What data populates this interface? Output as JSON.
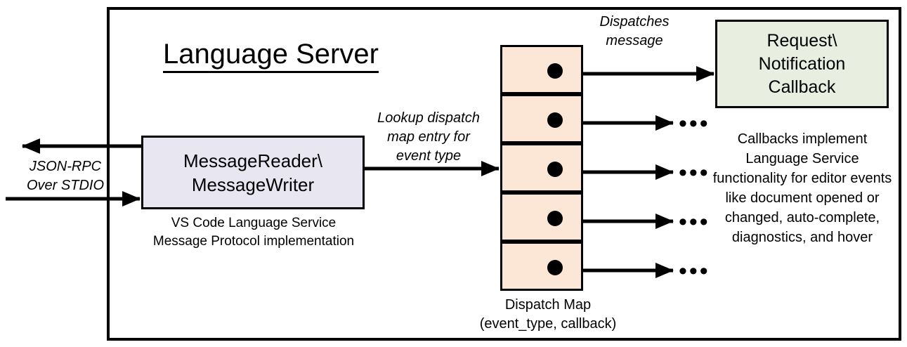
{
  "diagram": {
    "title": "Language Server",
    "container_border_color": "#000000"
  },
  "message_module": {
    "title_line1": "MessageReader\\",
    "title_line2": "MessageWriter",
    "fill_color": "#E8E6F0",
    "caption_line1": "VS Code Language Service",
    "caption_line2": "Message Protocol implementation"
  },
  "dispatch_map": {
    "fill_color": "#FCE6D5",
    "caption_line1": "Dispatch Map",
    "caption_line2": "(event_type, callback)",
    "rows": [
      {
        "index": 1,
        "target": "callback-box"
      },
      {
        "index": 2,
        "target": "ellipsis"
      },
      {
        "index": 3,
        "target": "ellipsis"
      },
      {
        "index": 4,
        "target": "ellipsis"
      },
      {
        "index": 5,
        "target": "ellipsis"
      }
    ],
    "ellipsis_glyph": "•••"
  },
  "callback_module": {
    "title_line1": "Request\\",
    "title_line2": "Notification",
    "title_line3": "Callback",
    "fill_color": "#E8EEE0",
    "caption": "Callbacks implement Language Service functionality for editor events like document opened or changed, auto-complete, diagnostics, and hover"
  },
  "arrow_labels": {
    "jsonrpc_line1": "JSON-RPC",
    "jsonrpc_line2": "Over STDIO",
    "lookup_line1": "Lookup dispatch",
    "lookup_line2": "map entry for",
    "lookup_line3": "event type",
    "dispatches_line1": "Dispatches",
    "dispatches_line2": "message"
  }
}
